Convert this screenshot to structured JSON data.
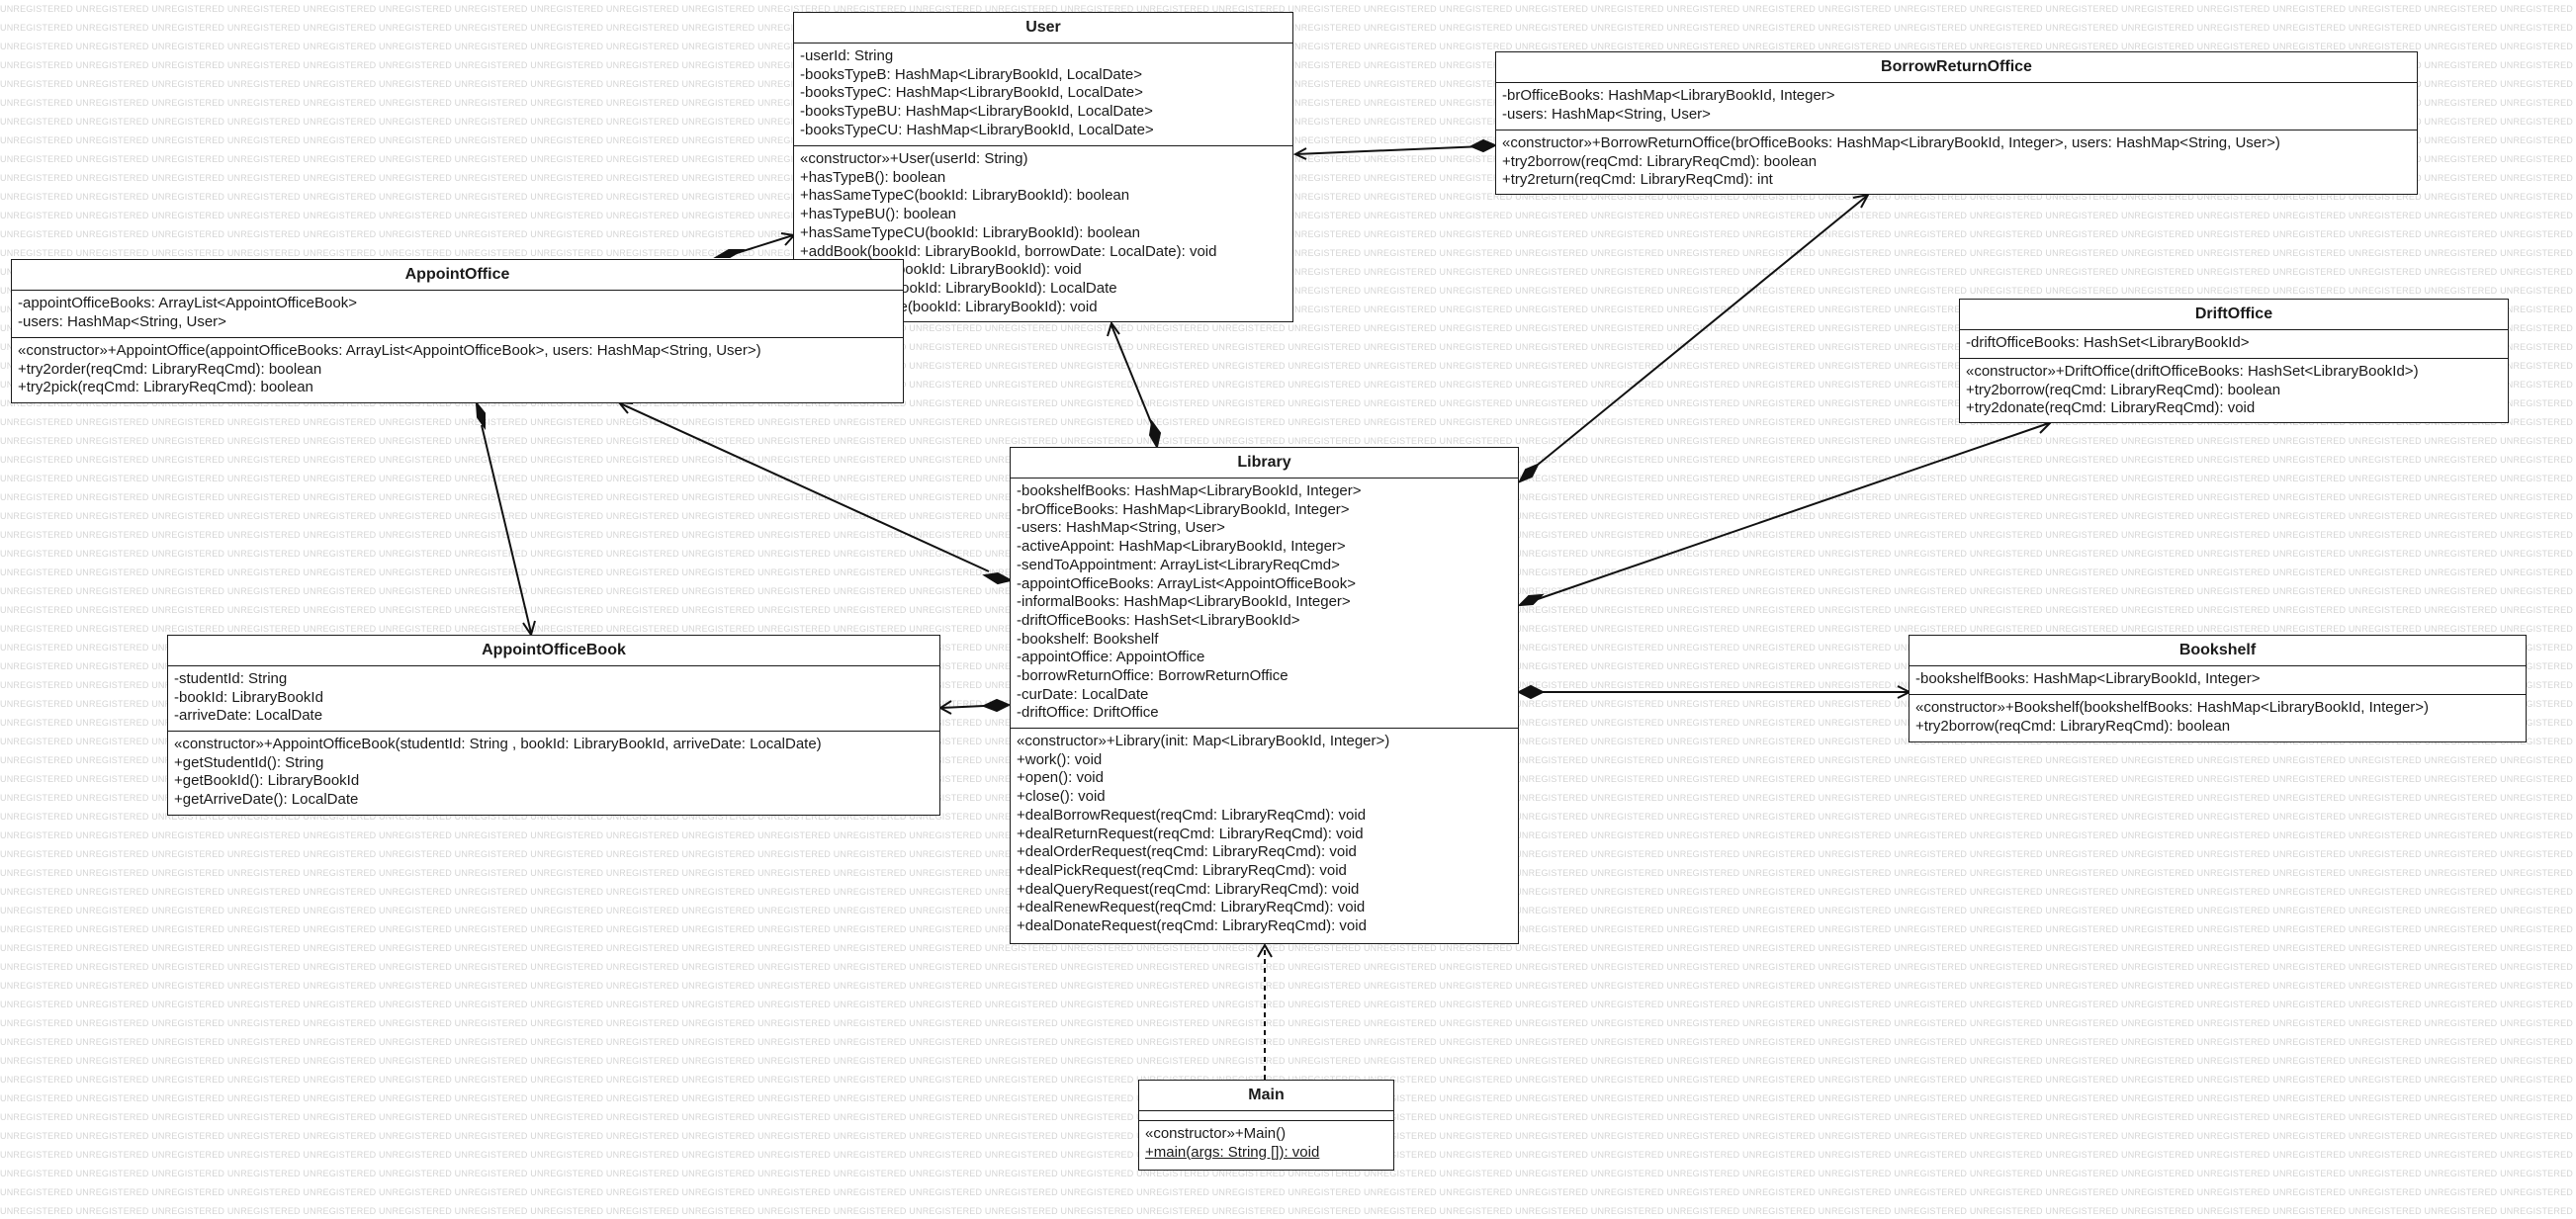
{
  "watermark": "UNREGISTERED",
  "classes": {
    "user": {
      "name": "User",
      "attributes": [
        "-userId: String",
        "-booksTypeB: HashMap<LibraryBookId, LocalDate>",
        "-booksTypeC: HashMap<LibraryBookId, LocalDate>",
        "-booksTypeBU: HashMap<LibraryBookId, LocalDate>",
        "-booksTypeCU: HashMap<LibraryBookId, LocalDate>"
      ],
      "operations": [
        "«constructor»+User(userId: String)",
        "+hasTypeB(): boolean",
        "+hasSameTypeC(bookId: LibraryBookId): boolean",
        "+hasTypeBU(): boolean",
        "+hasSameTypeCU(bookId: LibraryBookId): boolean",
        "+addBook(bookId: LibraryBookId, borrowDate: LocalDate): void",
        "+removeBook(bookId: LibraryBookId): void",
        "+getDueDate(bookId: LibraryBookId): LocalDate",
        "+renewDueDate(bookId: LibraryBookId): void"
      ]
    },
    "borrowReturnOffice": {
      "name": "BorrowReturnOffice",
      "attributes": [
        "-brOfficeBooks: HashMap<LibraryBookId, Integer>",
        "-users: HashMap<String, User>"
      ],
      "operations": [
        "«constructor»+BorrowReturnOffice(brOfficeBooks: HashMap<LibraryBookId, Integer>, users: HashMap<String, User>)",
        "+try2borrow(reqCmd: LibraryReqCmd): boolean",
        "+try2return(reqCmd: LibraryReqCmd): int"
      ]
    },
    "appointOffice": {
      "name": "AppointOffice",
      "attributes": [
        "-appointOfficeBooks: ArrayList<AppointOfficeBook>",
        "-users: HashMap<String, User>"
      ],
      "operations": [
        "«constructor»+AppointOffice(appointOfficeBooks: ArrayList<AppointOfficeBook>, users: HashMap<String, User>)",
        "+try2order(reqCmd: LibraryReqCmd): boolean",
        "+try2pick(reqCmd: LibraryReqCmd): boolean"
      ]
    },
    "driftOffice": {
      "name": "DriftOffice",
      "attributes": [
        "-driftOfficeBooks: HashSet<LibraryBookId>"
      ],
      "operations": [
        "«constructor»+DriftOffice(driftOfficeBooks: HashSet<LibraryBookId>)",
        "+try2borrow(reqCmd: LibraryReqCmd): boolean",
        "+try2donate(reqCmd: LibraryReqCmd): void"
      ]
    },
    "library": {
      "name": "Library",
      "attributes": [
        "-bookshelfBooks: HashMap<LibraryBookId, Integer>",
        "-brOfficeBooks: HashMap<LibraryBookId, Integer>",
        "-users: HashMap<String, User>",
        "-activeAppoint: HashMap<LibraryBookId, Integer>",
        "-sendToAppointment: ArrayList<LibraryReqCmd>",
        "-appointOfficeBooks: ArrayList<AppointOfficeBook>",
        "-informalBooks: HashMap<LibraryBookId, Integer>",
        "-driftOfficeBooks: HashSet<LibraryBookId>",
        "-bookshelf: Bookshelf",
        "-appointOffice: AppointOffice",
        "-borrowReturnOffice: BorrowReturnOffice",
        "-curDate: LocalDate",
        "-driftOffice: DriftOffice"
      ],
      "operations": [
        "«constructor»+Library(init: Map<LibraryBookId, Integer>)",
        "+work(): void",
        "+open(): void",
        "+close(): void",
        "+dealBorrowRequest(reqCmd: LibraryReqCmd): void",
        "+dealReturnRequest(reqCmd: LibraryReqCmd): void",
        "+dealOrderRequest(reqCmd: LibraryReqCmd): void",
        "+dealPickRequest(reqCmd: LibraryReqCmd): void",
        "+dealQueryRequest(reqCmd: LibraryReqCmd): void",
        "+dealRenewRequest(reqCmd: LibraryReqCmd): void",
        "+dealDonateRequest(reqCmd: LibraryReqCmd): void"
      ]
    },
    "appointOfficeBook": {
      "name": "AppointOfficeBook",
      "attributes": [
        "-studentId: String",
        "-bookId: LibraryBookId",
        "-arriveDate: LocalDate"
      ],
      "operations": [
        "«constructor»+AppointOfficeBook(studentId: String , bookId: LibraryBookId, arriveDate: LocalDate)",
        "+getStudentId(): String",
        "+getBookId(): LibraryBookId",
        "+getArriveDate(): LocalDate"
      ]
    },
    "bookshelf": {
      "name": "Bookshelf",
      "attributes": [
        "-bookshelfBooks: HashMap<LibraryBookId, Integer>"
      ],
      "operations": [
        "«constructor»+Bookshelf(bookshelfBooks: HashMap<LibraryBookId, Integer>)",
        "+try2borrow(reqCmd: LibraryReqCmd): boolean"
      ]
    },
    "main": {
      "name": "Main",
      "attributes": [],
      "operations": [
        "«constructor»+Main()",
        "+main(args: String []): void"
      ]
    }
  }
}
